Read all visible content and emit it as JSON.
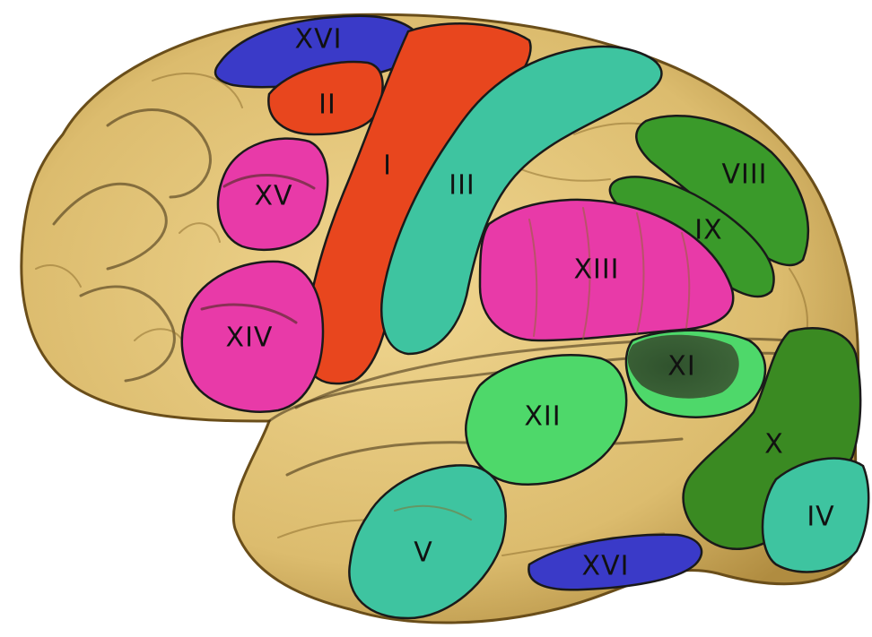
{
  "figure": {
    "background_color": "#ffffff",
    "brain_base_color": "#e0c27a",
    "brain_shadow_color": "#b08c40"
  },
  "regions": [
    {
      "id": "I",
      "label": "I",
      "color": "#e8461e"
    },
    {
      "id": "II",
      "label": "II",
      "color": "#e8461e"
    },
    {
      "id": "III",
      "label": "III",
      "color": "#3ec4a0"
    },
    {
      "id": "IV",
      "label": "IV",
      "color": "#3ec4a0"
    },
    {
      "id": "V",
      "label": "V",
      "color": "#3ec4a0"
    },
    {
      "id": "VIII",
      "label": "VIII",
      "color": "#3a9a2a"
    },
    {
      "id": "IX",
      "label": "IX",
      "color": "#3a9a2a"
    },
    {
      "id": "X",
      "label": "X",
      "color": "#3a8a22"
    },
    {
      "id": "XI",
      "label": "XI",
      "color": "#4ed86a"
    },
    {
      "id": "XII",
      "label": "XII",
      "color": "#4ed86a"
    },
    {
      "id": "XIII",
      "label": "XIII",
      "color": "#e83aa8"
    },
    {
      "id": "XIV",
      "label": "XIV",
      "color": "#e83aa8"
    },
    {
      "id": "XV",
      "label": "XV",
      "color": "#e83aa8"
    },
    {
      "id": "XVI-top",
      "label": "XVI",
      "color": "#3a3ac8"
    },
    {
      "id": "XVI-bottom",
      "label": "XVI",
      "color": "#3a3ac8"
    }
  ]
}
